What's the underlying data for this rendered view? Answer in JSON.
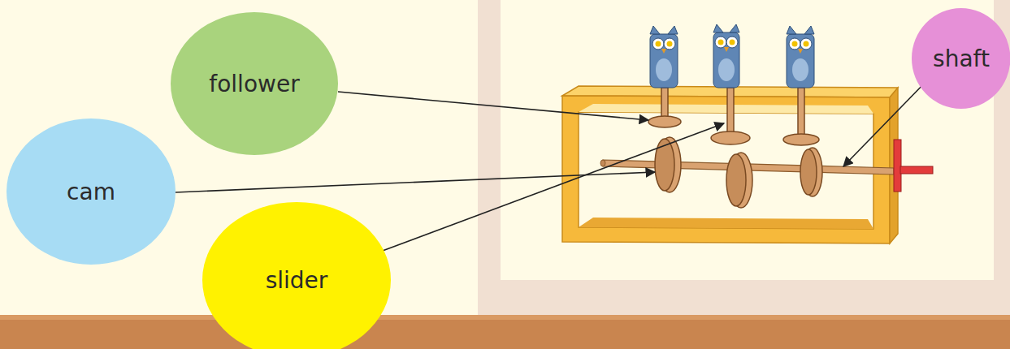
{
  "diagram": {
    "nodes": [
      {
        "text": [
          "follower"
        ]
      },
      {
        "text": [
          "cam"
        ]
      },
      {
        "text": [
          "slider"
        ]
      },
      {
        "text": [
          "shaft"
        ]
      }
    ]
  }
}
